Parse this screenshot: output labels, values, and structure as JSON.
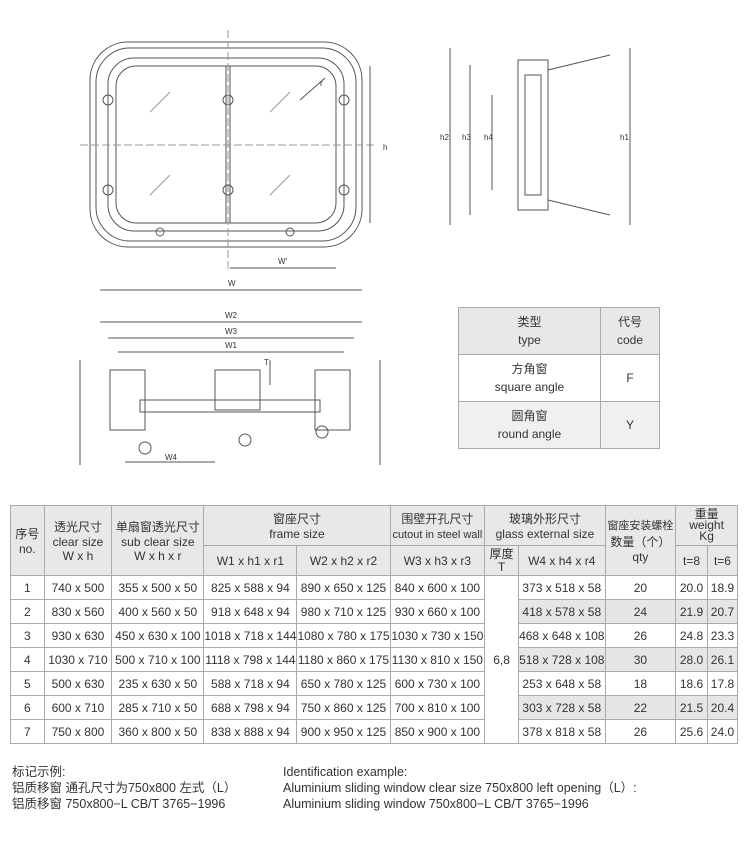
{
  "drawing_labels": {
    "h": "h",
    "W": "W",
    "Wp": "W'",
    "r": "r",
    "h1": "h1",
    "h2": "h2",
    "h3": "h3",
    "h4": "h4",
    "W1": "W1",
    "W2": "W2",
    "W3": "W3",
    "W4": "W4",
    "T": "T"
  },
  "type_table": {
    "header": {
      "type_cn": "类型",
      "type_en": "type",
      "code_cn": "代号",
      "code_en": "code"
    },
    "rows": [
      {
        "cn": "方角窗",
        "en": "square angle",
        "code": "F"
      },
      {
        "cn": "圆角窗",
        "en": "round angle",
        "code": "Y"
      }
    ]
  },
  "spec": {
    "h": {
      "no_cn": "序号",
      "no_en": "no.",
      "clear_cn": "透光尺寸",
      "clear_en": "clear size",
      "clear_dim": "W x h",
      "sub_cn": "单扇窗透光尺寸",
      "sub_en": "sub clear size",
      "sub_dim": "W x h x r",
      "frame_cn": "窗座尺寸",
      "frame_en": "frame size",
      "w1": "W1 x h1 x r1",
      "w2": "W2 x h2 x r2",
      "cut_cn": "围壁开孔尺寸",
      "cut_en": "cutout in steel wall",
      "w3": "W3 x h3 x r3",
      "glass_cn": "玻璃外形尺寸",
      "glass_en": "glass external size",
      "t_cn": "厚度",
      "t_en": "T",
      "w4": "W4 x h4 x r4",
      "qty_cn": "窗座安装螺栓",
      "qty_cn2": "数量（个）",
      "qty_en": "qty",
      "wt_cn": "重量",
      "wt_en": "weight",
      "wt_unit": "Kg",
      "t8": "t=8",
      "t6": "t=6"
    },
    "thickness": "6,8",
    "rows": [
      [
        "1",
        "740 x 500",
        "355 x 500 x 50",
        "825 x 588 x 94",
        "890 x 650 x 125",
        "840 x 600 x 100",
        "373 x 518 x 58",
        "20",
        "20.0",
        "18.9"
      ],
      [
        "2",
        "830 x 560",
        "400 x 560 x 50",
        "918 x 648 x 94",
        "980 x 710 x 125",
        "930 x 660 x 100",
        "418 x 578 x 58",
        "24",
        "21.9",
        "20.7"
      ],
      [
        "3",
        "930 x 630",
        "450 x 630 x 100",
        "1018 x 718 x 144",
        "1080 x 780 x 175",
        "1030 x 730 x 150",
        "468 x 648 x 108",
        "26",
        "24.8",
        "23.3"
      ],
      [
        "4",
        "1030 x 710",
        "500 x 710 x 100",
        "1118 x 798 x 144",
        "1180 x 860 x 175",
        "1130 x 810 x 150",
        "518 x 728 x 108",
        "30",
        "28.0",
        "26.1"
      ],
      [
        "5",
        "500 x 630",
        "235 x 630 x 50",
        "588 x 718 x 94",
        "650 x 780 x 125",
        "600 x 730 x 100",
        "253 x 648 x 58",
        "18",
        "18.6",
        "17.8"
      ],
      [
        "6",
        "600 x 710",
        "285 x 710 x 50",
        "688 x 798 x 94",
        "750 x 860 x 125",
        "700 x 810 x 100",
        "303 x 728 x 58",
        "22",
        "21.5",
        "20.4"
      ],
      [
        "7",
        "750 x 800",
        "360 x 800 x 50",
        "838 x 888 x 94",
        "900 x 950 x 125",
        "850 x 900 x 100",
        "378 x 818 x 58",
        "26",
        "25.6",
        "24.0"
      ]
    ]
  },
  "footer": {
    "cn_title": "标记示例:",
    "cn_l1": "铝质移窗 通孔尺寸为750x800 左式（L）",
    "cn_l2": "铝质移窗 750x800−L CB/T 3765−1996",
    "en_title": "Identification example:",
    "en_l1": "Aluminium sliding window   clear size 750x800 left opening（L）:",
    "en_l2": "Aluminium sliding window 750x800−L CB/T 3765−1996"
  }
}
